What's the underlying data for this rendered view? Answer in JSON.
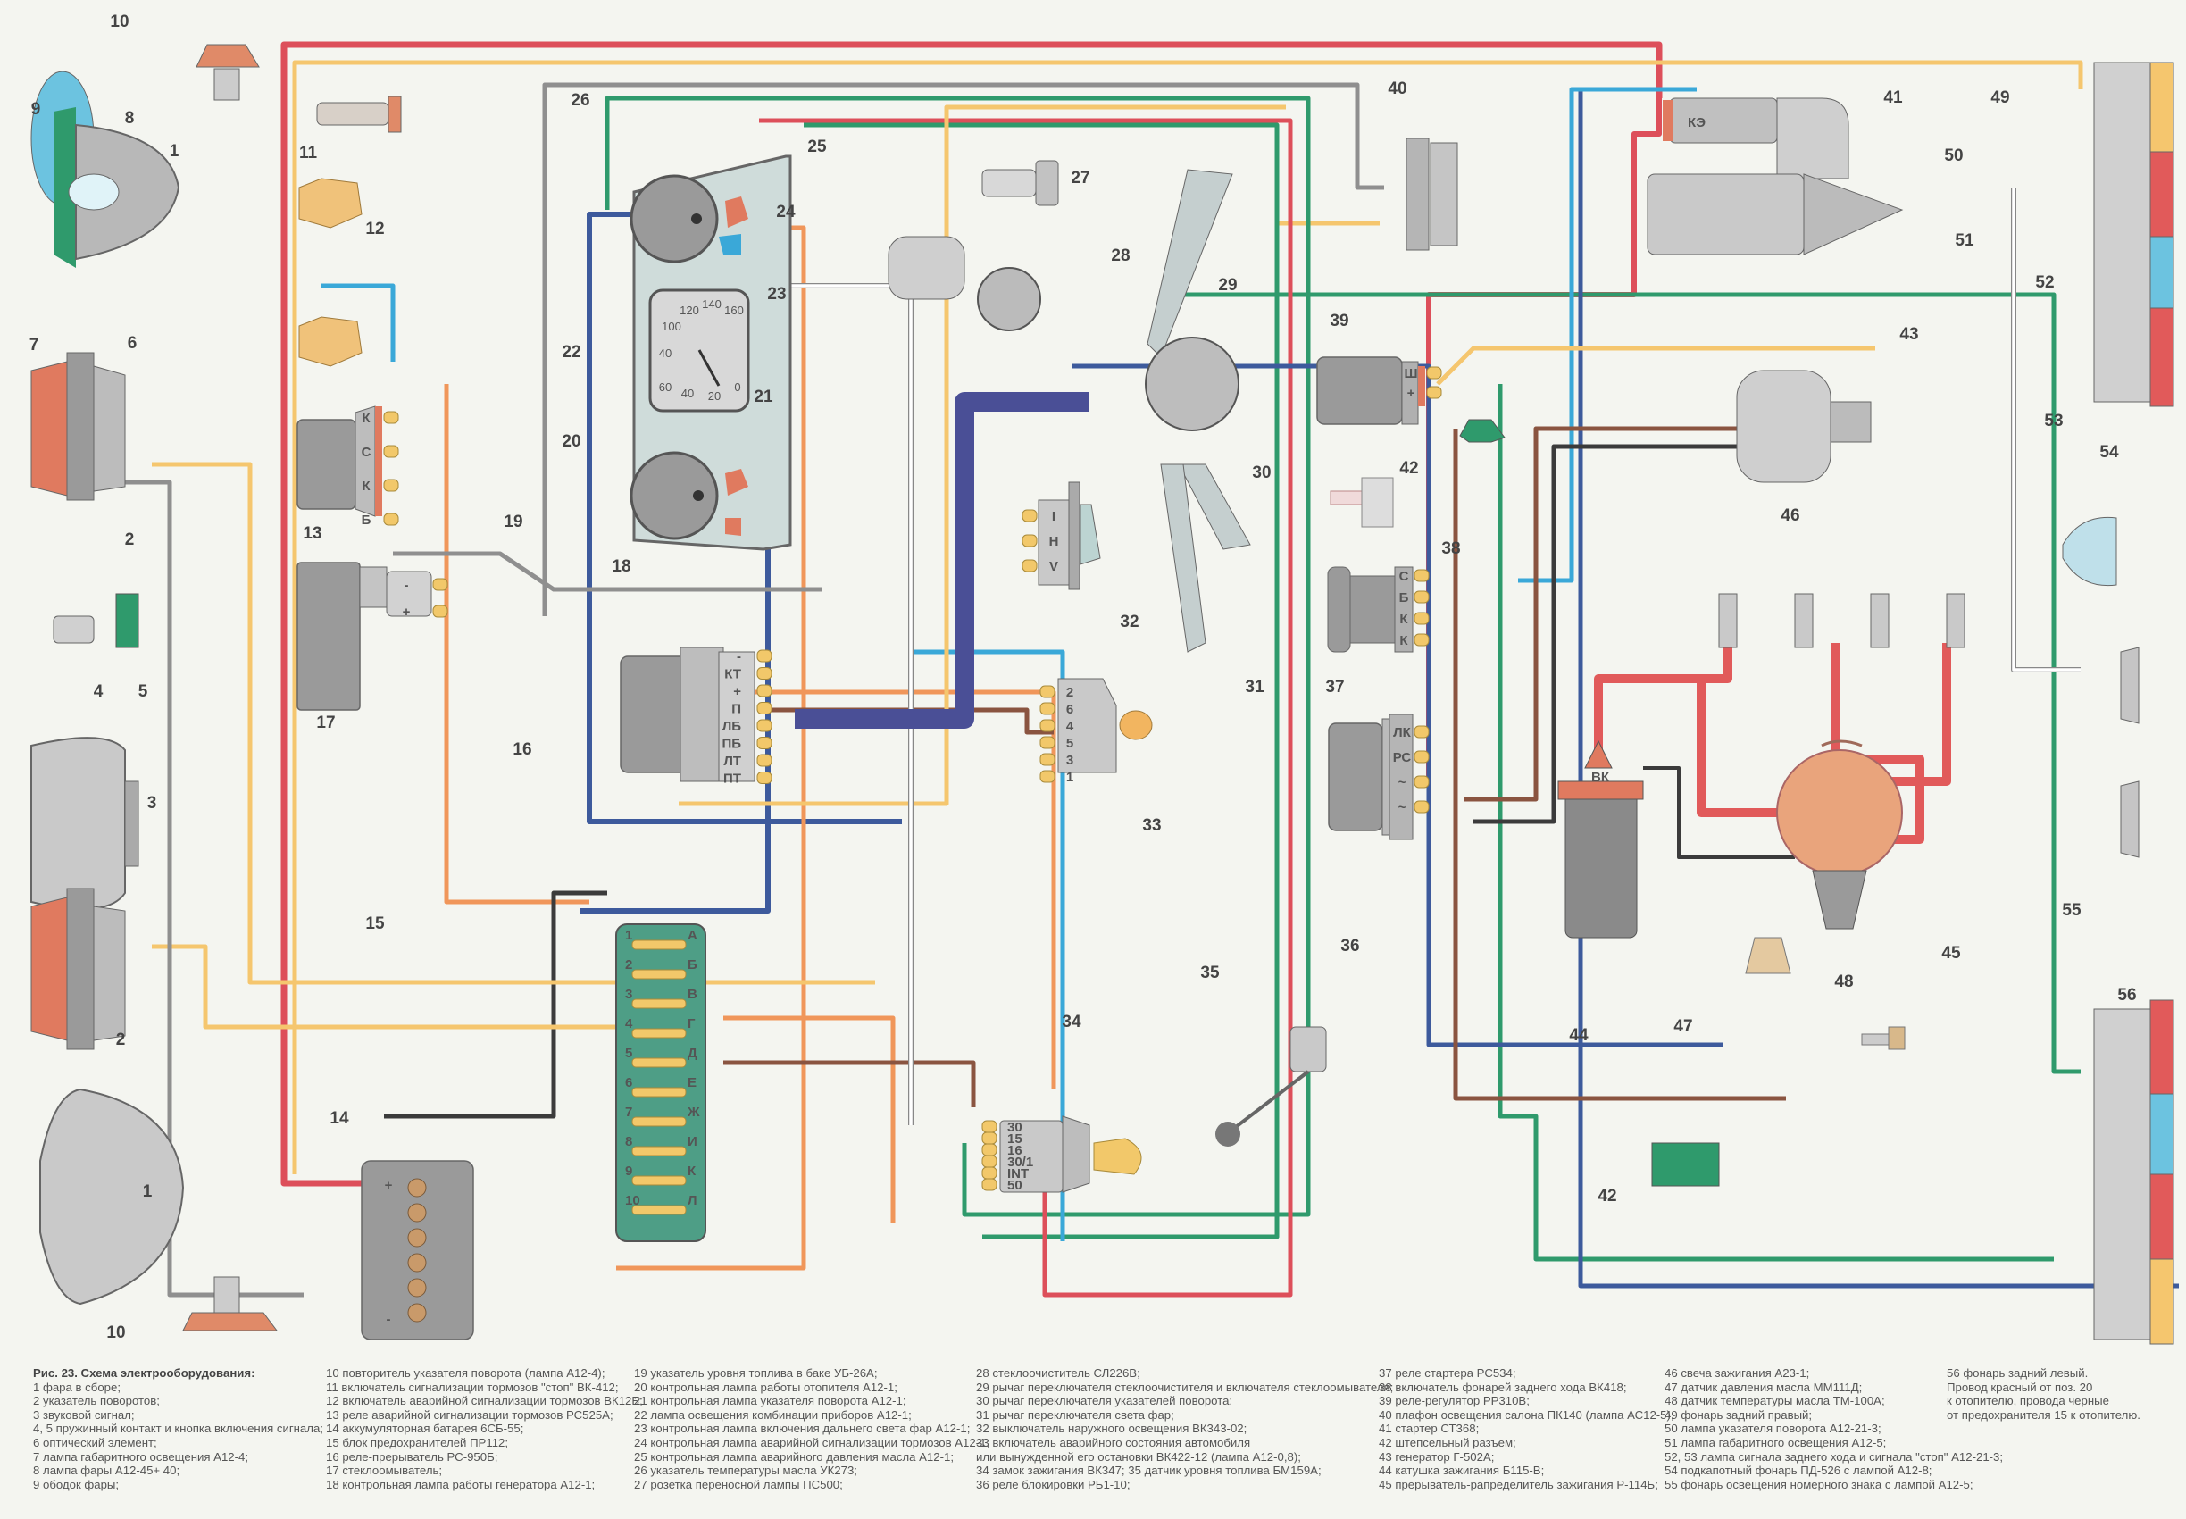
{
  "figure": {
    "caption": "Рис. 23. Схема электрооборудования:",
    "wire_colors": {
      "red": "#dd4f5a",
      "yellow": "#f5c66e",
      "orange": "#f0965a",
      "green": "#2f9a6c",
      "blue": "#3d5a9c",
      "lightblue": "#3aa8d8",
      "brown": "#8a5440",
      "grey": "#8f8f8f",
      "black": "#3b3b3b",
      "pink": "#d9a090",
      "white": "#ffffff",
      "bundle": "#4a4f96"
    }
  },
  "callouts": [
    "1",
    "2",
    "3",
    "4",
    "5",
    "6",
    "7",
    "8",
    "9",
    "10",
    "11",
    "12",
    "13",
    "14",
    "15",
    "16",
    "17",
    "18",
    "19",
    "20",
    "21",
    "22",
    "23",
    "24",
    "25",
    "26",
    "27",
    "28",
    "29",
    "30",
    "31",
    "32",
    "33",
    "34",
    "35",
    "36",
    "37",
    "38",
    "39",
    "40",
    "41",
    "42",
    "43",
    "44",
    "45",
    "46",
    "47",
    "48",
    "49",
    "50",
    "51",
    "52",
    "53",
    "54",
    "55",
    "56"
  ],
  "terminals": {
    "relay13": [
      "К",
      "С",
      "К",
      "Б"
    ],
    "washer17": [
      "-",
      "+"
    ],
    "relay16": [
      "-",
      "КТ",
      "+",
      "П",
      "ЛБ",
      "ПБ",
      "ЛТ",
      "ПТ"
    ],
    "switch33": [
      "2",
      "6",
      "4",
      "5",
      "3",
      "1"
    ],
    "switch32": [
      "I",
      "H",
      "V"
    ],
    "ignition34": [
      "30",
      "15",
      "16",
      "30/1",
      "INT",
      "50"
    ],
    "relay37": [
      "С",
      "Б",
      "К",
      "К"
    ],
    "relay36": [
      "ЛК",
      "РС",
      "~",
      "~"
    ],
    "regulator39": [
      "Ш",
      "+"
    ],
    "starter41": [
      "КЭ"
    ],
    "coil44": [
      "ВК"
    ],
    "battery14": [
      "+",
      "-"
    ],
    "fuse15_left": [
      "1",
      "2",
      "3",
      "4",
      "5",
      "6",
      "7",
      "8",
      "9",
      "10"
    ],
    "fuse15_right": [
      "А",
      "Б",
      "В",
      "Г",
      "Д",
      "Е",
      "Ж",
      "И",
      "К",
      "Л"
    ],
    "speedo_ticks": [
      "60",
      "40",
      "100",
      "120",
      "140",
      "160",
      "40",
      "20",
      "0"
    ]
  },
  "legend": {
    "col1": [
      "1  фара в сборе;",
      "2  указатель поворотов;",
      "3  звуковой сигнал;",
      "4, 5  пружинный контакт и кнопка включения сигнала;",
      "6  оптический элемент;",
      "7  лампа габаритного освещения А12-4;",
      "8  лампа фары А12-45+ 40;",
      "9  ободок фары;"
    ],
    "col2": [
      "10  повторитель указателя поворота (лампа А12-4);",
      "11  включатель сигнализации тормозов \"стоп\" ВК-412;",
      "12  включатель аварийной сигнализации тормозов ВК12Б;",
      "13  реле аварийной сигнализации тормозов РС525А;",
      "14  аккумуляторная батарея 6СБ-55;",
      "15  блок предохранителей ПР112;",
      "16  реле-прерыватель РС-950Б;",
      "17  стеклоомыватель;",
      "18  контрольная лампа работы генератора А12-1;"
    ],
    "col3": [
      "19  указатель уровня топлива в баке УБ-26А;",
      "20  контрольная лампа работы отопителя А12-1;",
      "21  контрольная лампа указателя поворота А12-1;",
      "22  лампа освещения комбинации приборов А12-1;",
      "23  контрольная лампа включения дальнего света фар А12-1;",
      "24  контрольная лампа аварийной сигнализации тормозов А12-1;",
      "25  контрольная лампа аварийного давления масла А12-1;",
      "26  указатель температуры масла УК273;",
      "27  розетка переносной лампы ПС500;"
    ],
    "col4": [
      "28  стеклоочиститель СЛ226В;",
      "29  рычаг переключателя стеклоочистителя и включателя стеклоомывателя;",
      "30  рычаг переключателя указателей поворота;",
      "31  рычаг переключателя света фар;",
      "32  выключатель наружного освещения ВК343-02;",
      "33  включатель аварийного состояния автомобиля",
      "или вынужденной его остановки ВК422-12 (лампа А12-0,8);",
      "34  замок зажигания ВК347; 35  датчик уровня топлива БМ159А;",
      "36  реле блокировки РБ1-10;"
    ],
    "col5": [
      "37  реле стартера РС534;",
      "38  включатель фонарей заднего хода ВК418;",
      "39  реле-регулятор РР310В;",
      "40  плафон освещения салона ПК140 (лампа АС12-5);",
      "41  стартер СТ368;",
      "42  штепсельный разъем;",
      "43  генератор Г-502А;",
      "44  катушка зажигания Б115-В;",
      "45   прерыватель-рапределитель зажигания Р-114Б;"
    ],
    "col6": [
      "46  свеча зажигания А23-1;",
      "47  датчик давления масла ММ111Д;",
      "48  датчик температуры масла ТМ-100А;",
      "49  фонарь задний правый;",
      "50  лампа указателя поворота А12-21-3;",
      "51  лампа габаритного освещения А12-5;",
      "52, 53 лампа сигнала заднего хода и сигнала \"стоп\" А12-21-3;",
      "54  подкапотный фонарь ПД-526 с лампой А12-8;",
      "55  фонарь освещения номерного знака с лампой А12-5;"
    ],
    "col7": [
      "56  фонарь задний левый.",
      "Провод красный от поз. 20",
      "к отопителю, провода черные",
      "от предохранителя 15 к отопителю."
    ]
  }
}
